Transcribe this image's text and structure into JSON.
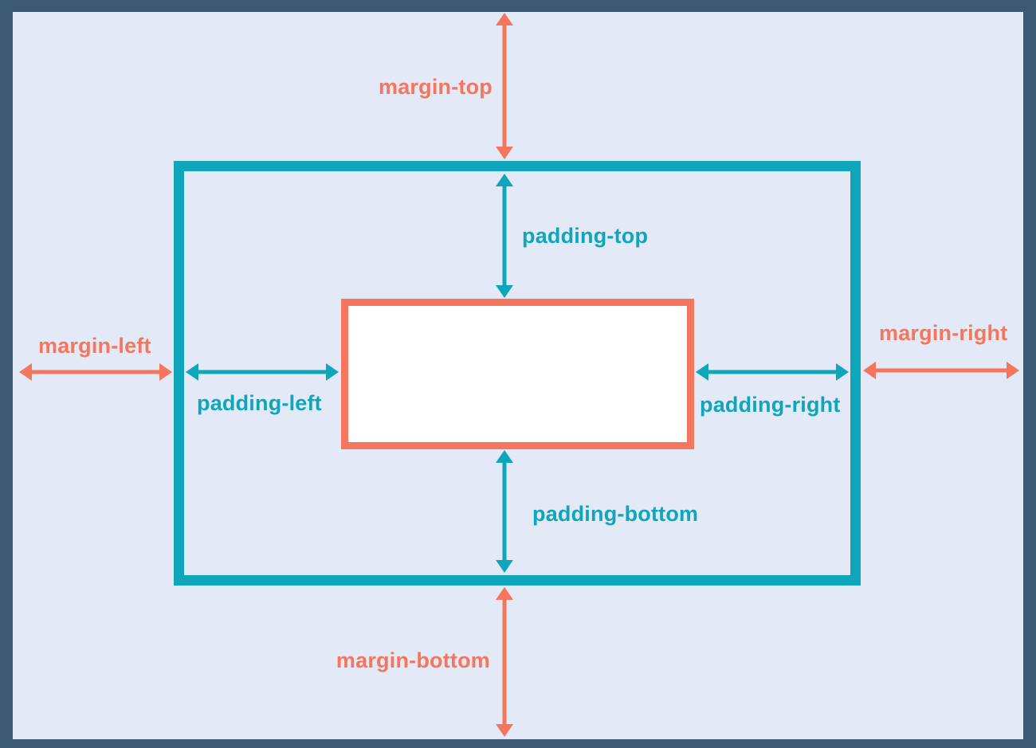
{
  "diagram": {
    "labels": {
      "margin_top": "margin-top",
      "margin_right": "margin-right",
      "margin_bottom": "margin-bottom",
      "margin_left": "margin-left",
      "padding_top": "padding-top",
      "padding_right": "padding-right",
      "padding_bottom": "padding-bottom",
      "padding_left": "padding-left"
    },
    "colors": {
      "margin_accent": "#f4765c",
      "padding_accent": "#0fa6bc",
      "frame": "#3d5a75",
      "background": "#e3e9f6",
      "content_fill": "#ffffff"
    }
  }
}
